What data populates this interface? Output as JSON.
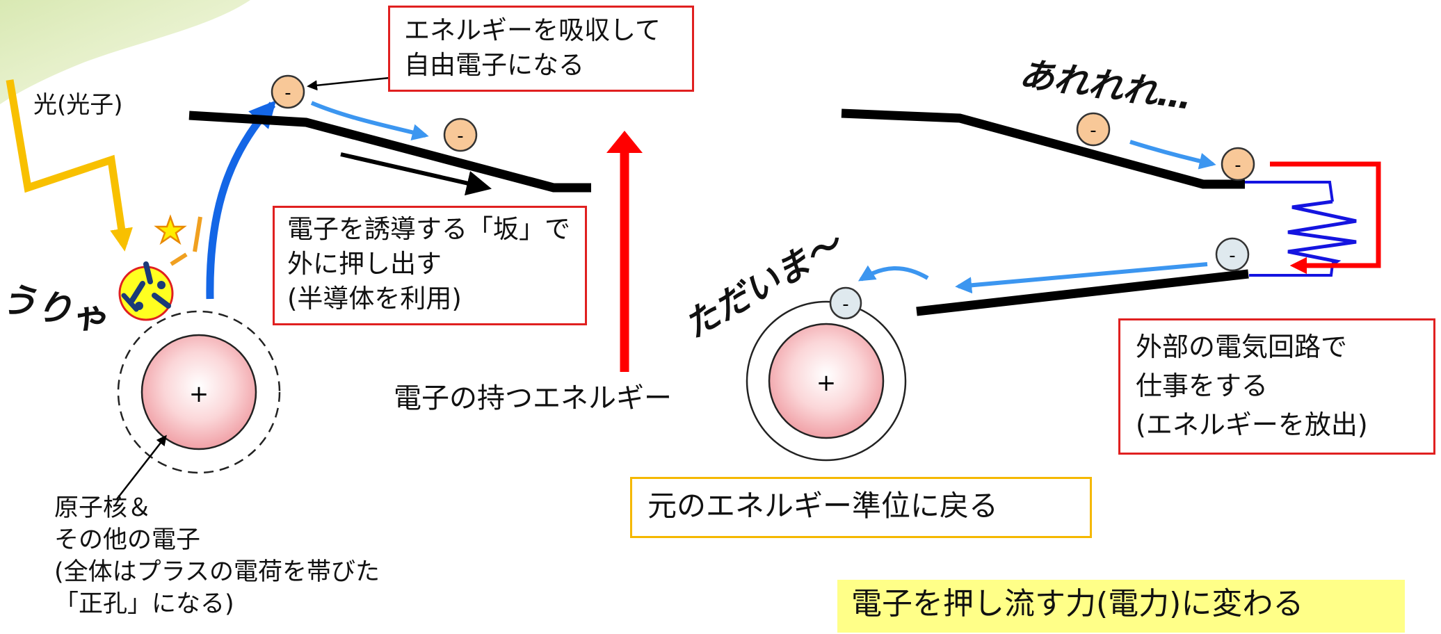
{
  "labels": {
    "light": "光(光子)",
    "absorb": [
      "エネルギーを吸収して",
      "自由電子になる"
    ],
    "slope": [
      "電子を誘導する「坂」で",
      "外に押し出す",
      "(半導体を利用)"
    ],
    "energy": "電子の持つエネルギー",
    "nucleus": [
      "原子核＆",
      "その他の電子",
      "(全体はプラスの電荷を帯びた",
      "「正孔」になる)"
    ],
    "work": [
      "外部の電気回路で",
      "仕事をする",
      "(エネルギーを放出)"
    ],
    "return": "元のエネルギー準位に戻る",
    "force": "電子を押し流す力(電力)に変わる"
  },
  "exclamations": {
    "uriya": "うりゃ",
    "arerere": "あれれれ…",
    "tadaima": "ただいま～"
  },
  "symbols": {
    "electron": "-",
    "plus": "+"
  },
  "colors": {
    "red_border": "#e02020",
    "orange_border": "#f5b800",
    "highlight": "#ffff88",
    "electron_fill": "#f8c898",
    "electron_return_fill": "#dfe9ee",
    "arrow_blue": "#3c96f0",
    "arrow_red": "#ff0000",
    "light_ray": "#f8c000"
  }
}
